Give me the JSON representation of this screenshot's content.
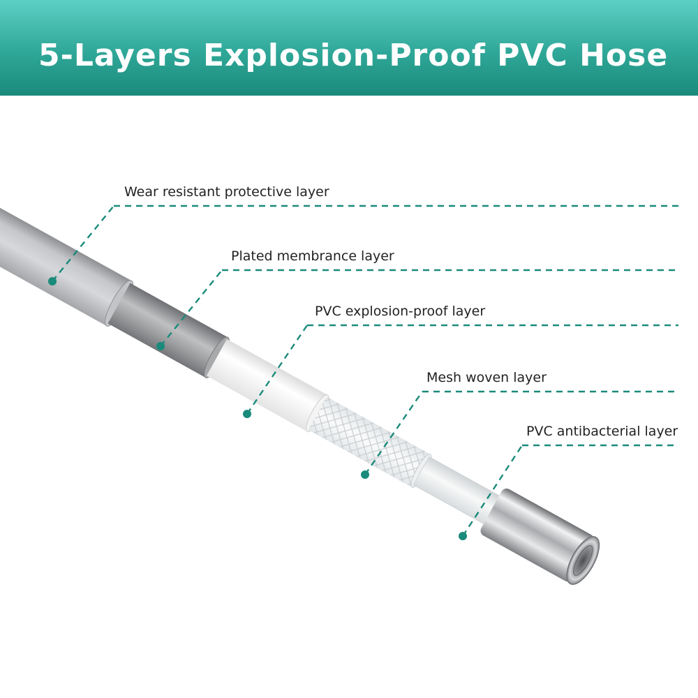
{
  "banner": {
    "title": "5-Layers Explosion-Proof PVC Hose"
  },
  "layers": [
    {
      "label": "Wear resistant protective layer"
    },
    {
      "label": "Plated membrance layer"
    },
    {
      "label": "PVC explosion-proof layer"
    },
    {
      "label": "Mesh woven layer"
    },
    {
      "label": "PVC antibacterial layer"
    }
  ],
  "colors": {
    "accent": "#1a8a7b",
    "banner_top": "#5ccfc4",
    "banner_bottom": "#1a8a7b",
    "outer_layer": "#b9bbbe",
    "plated_layer": "#9c9d9f",
    "pvc_layer": "#f6f6f6",
    "mesh_layer": "#eef1f2",
    "inner_layer": "#e8eaeb",
    "fitting": "#c7c9cc"
  },
  "icons": {
    "connector": "chrome-nut-fitting-icon"
  }
}
